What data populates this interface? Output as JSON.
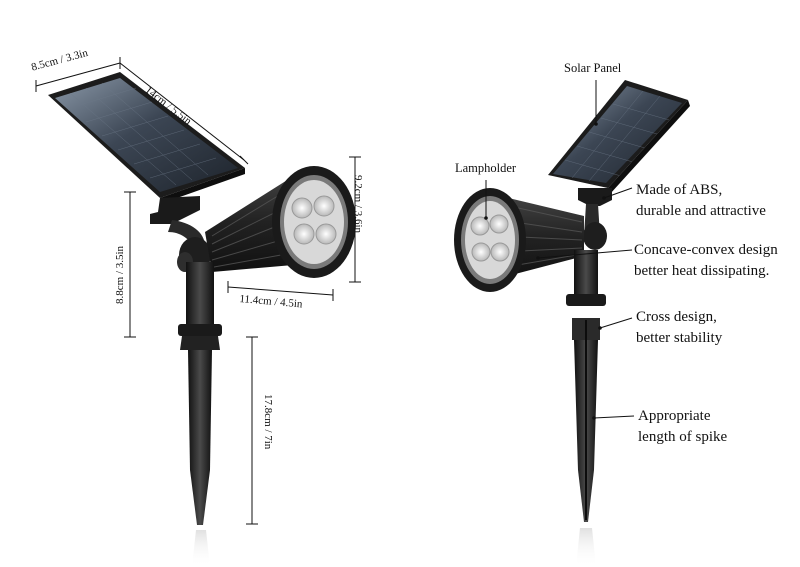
{
  "dimensions": {
    "panel_width": "8.5cm / 3.3in",
    "panel_length": "14cm / 5.5in",
    "lamp_diameter": "9.2cm / 3.6in",
    "lamp_length": "11.4cm / 4.5in",
    "pole_height": "8.8cm / 3.5in",
    "spike_length": "17.8cm / 7in"
  },
  "callouts": {
    "solar_panel": "Solar Panel",
    "lampholder": "Lampholder",
    "abs_line1": "Made of ABS,",
    "abs_line2": "durable and attractive",
    "concave_line1": "Concave-convex design",
    "concave_line2": "better heat dissipating.",
    "cross_line1": "Cross design,",
    "cross_line2": "better stability",
    "spike_line1": "Appropriate",
    "spike_line2": "length of spike"
  },
  "colors": {
    "body": "#2a2a2a",
    "panel": "#3c4654",
    "line": "#111111"
  }
}
